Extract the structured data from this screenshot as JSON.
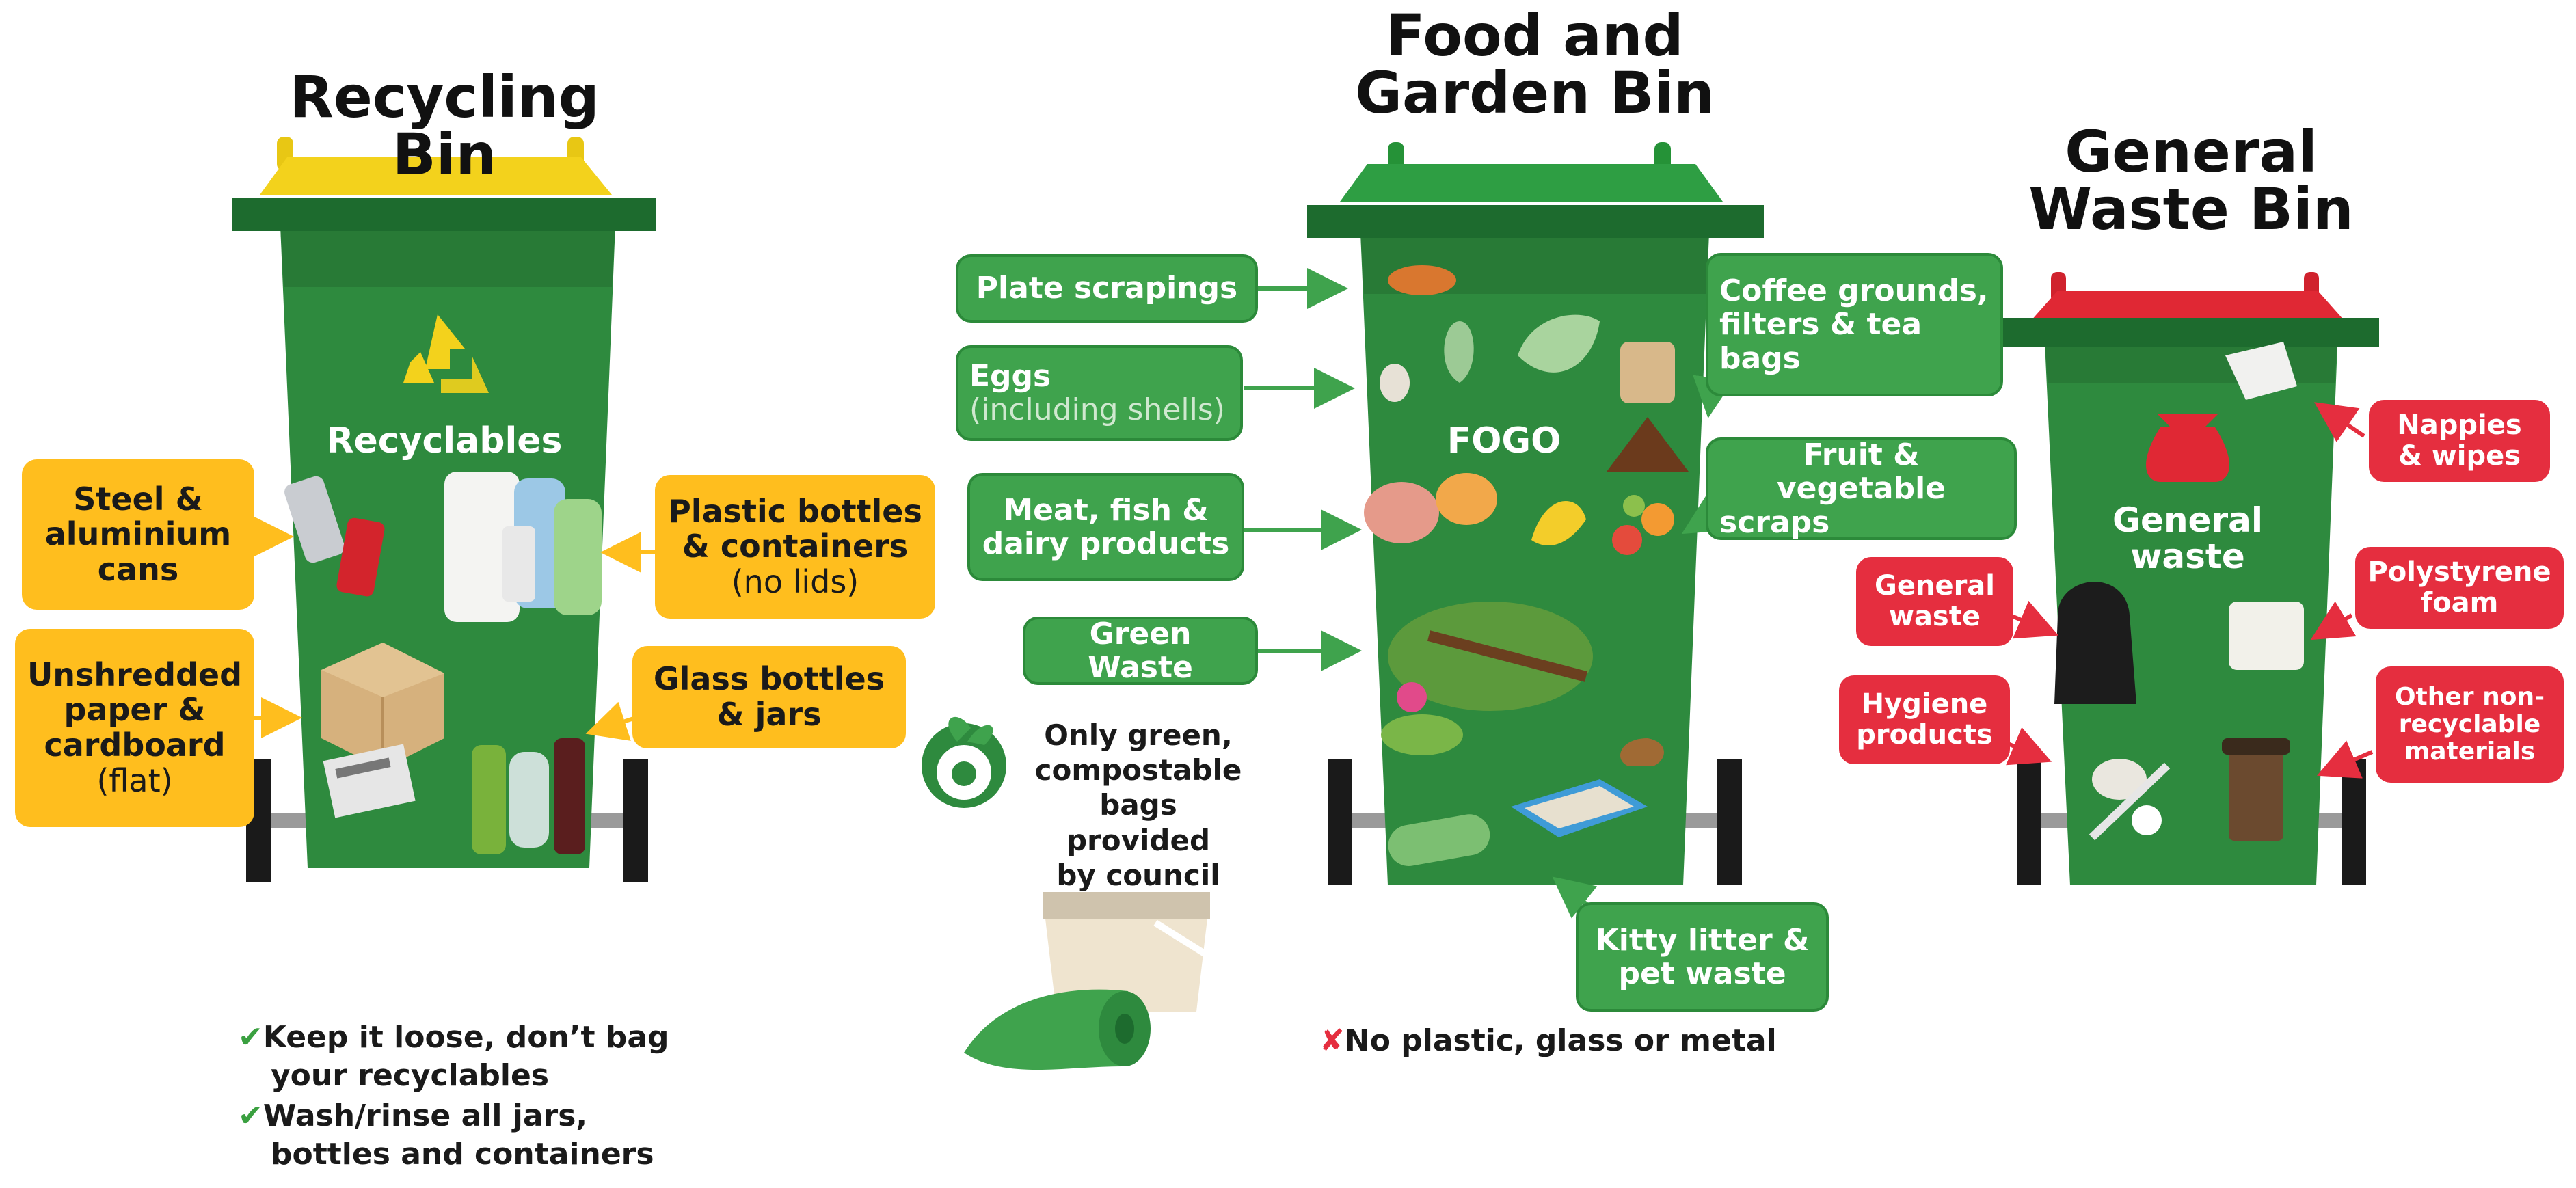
{
  "recycling": {
    "title": "Recycling Bin",
    "bin_label": "Recyclables",
    "labels": {
      "cans": [
        "Steel &",
        "aluminium",
        "cans"
      ],
      "paper": [
        "Unshredded",
        "paper &",
        "cardboard"
      ],
      "paper_sub": "(flat)",
      "plastic": [
        "Plastic bottles",
        "& containers"
      ],
      "plastic_sub": "(no lids)",
      "glass": [
        "Glass bottles",
        "& jars"
      ]
    },
    "notes": [
      [
        "Keep it loose, don’t bag",
        "your recyclables"
      ],
      [
        "Wash/rinse all jars,",
        "bottles and containers"
      ]
    ],
    "tick": "✔"
  },
  "fogo": {
    "title_lines": [
      "Food and",
      "Garden Bin"
    ],
    "bin_label": "FOGO",
    "labels": {
      "plate": "Plate scrapings",
      "eggs": "Eggs",
      "eggs_sub": "(including shells)",
      "meat": [
        "Meat, fish &",
        "dairy products"
      ],
      "green": "Green Waste",
      "coffee": [
        "Coffee grounds,",
        "filters & tea",
        "bags"
      ],
      "fruit": [
        "Fruit & vegetable",
        "scraps"
      ],
      "kitty": [
        "Kitty litter &",
        "pet waste"
      ]
    },
    "bags_note": [
      "Only green,",
      "compostable",
      "bags provided",
      "by council"
    ],
    "no_note": "No plastic, glass or metal",
    "cross": "✘"
  },
  "general": {
    "title_lines": [
      "General",
      "Waste Bin"
    ],
    "bin_label": [
      "General",
      "waste"
    ],
    "labels": {
      "nappies": [
        "Nappies",
        "& wipes"
      ],
      "general": [
        "General",
        "waste"
      ],
      "hygiene": [
        "Hygiene",
        "products"
      ],
      "poly": [
        "Polystyrene",
        "foam"
      ],
      "other": [
        "Other non-",
        "recyclable",
        "materials"
      ]
    }
  },
  "colors": {
    "bin_green": "#2e8a3e",
    "bin_dark": "#1d6b2e",
    "lid_yellow": "#f3d21c",
    "lid_green": "#2e9e43",
    "lid_red": "#e02834",
    "label_yellow": "#ffbe1e",
    "label_green": "#3fa34d",
    "label_red": "#e52e3f"
  },
  "icons": [
    "recycle-icon",
    "compostable-logo-icon",
    "rubbish-bag-icon",
    "arrow-icon",
    "kitchen-caddy-icon",
    "bag-roll-icon"
  ]
}
